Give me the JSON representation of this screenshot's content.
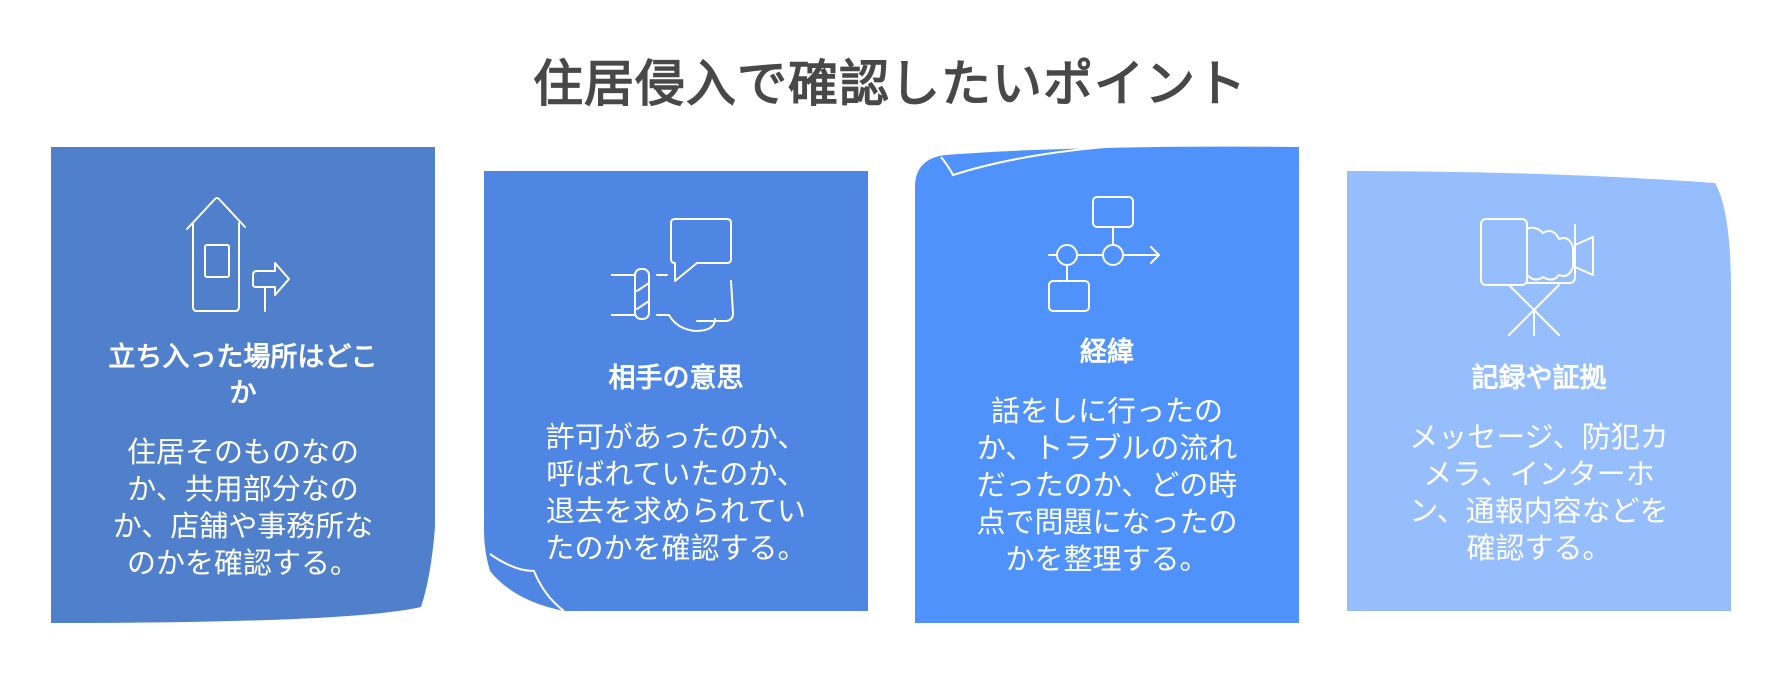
{
  "title": "住居侵入で確認したいポイント",
  "colors": {
    "title": "#484848",
    "card1": "#5080CC",
    "card2": "#4F86E4",
    "card3": "#5092FC",
    "card4": "#96BEFC",
    "text": "#FFFFFF"
  },
  "cards": [
    {
      "icon": "house-signpost-icon",
      "heading": "立ち入った場所はどこか",
      "description": "住居そのものなのか、共用部分なのか、店舗や事務所なのかを確認する。"
    },
    {
      "icon": "handshake-speech-icon",
      "heading": "相手の意思",
      "description": "許可があったのか、呼ばれていたのか、退去を求められていたのかを確認する。"
    },
    {
      "icon": "process-flow-icon",
      "heading": "経緯",
      "description": "話をしに行ったのか、トラブルの流れだったのか、どの時点で問題になったのかを整理する。"
    },
    {
      "icon": "video-camera-tripod-icon",
      "heading": "記録や証拠",
      "description": "メッセージ、防犯カメラ、インターホン、通報内容などを確認する。"
    }
  ]
}
